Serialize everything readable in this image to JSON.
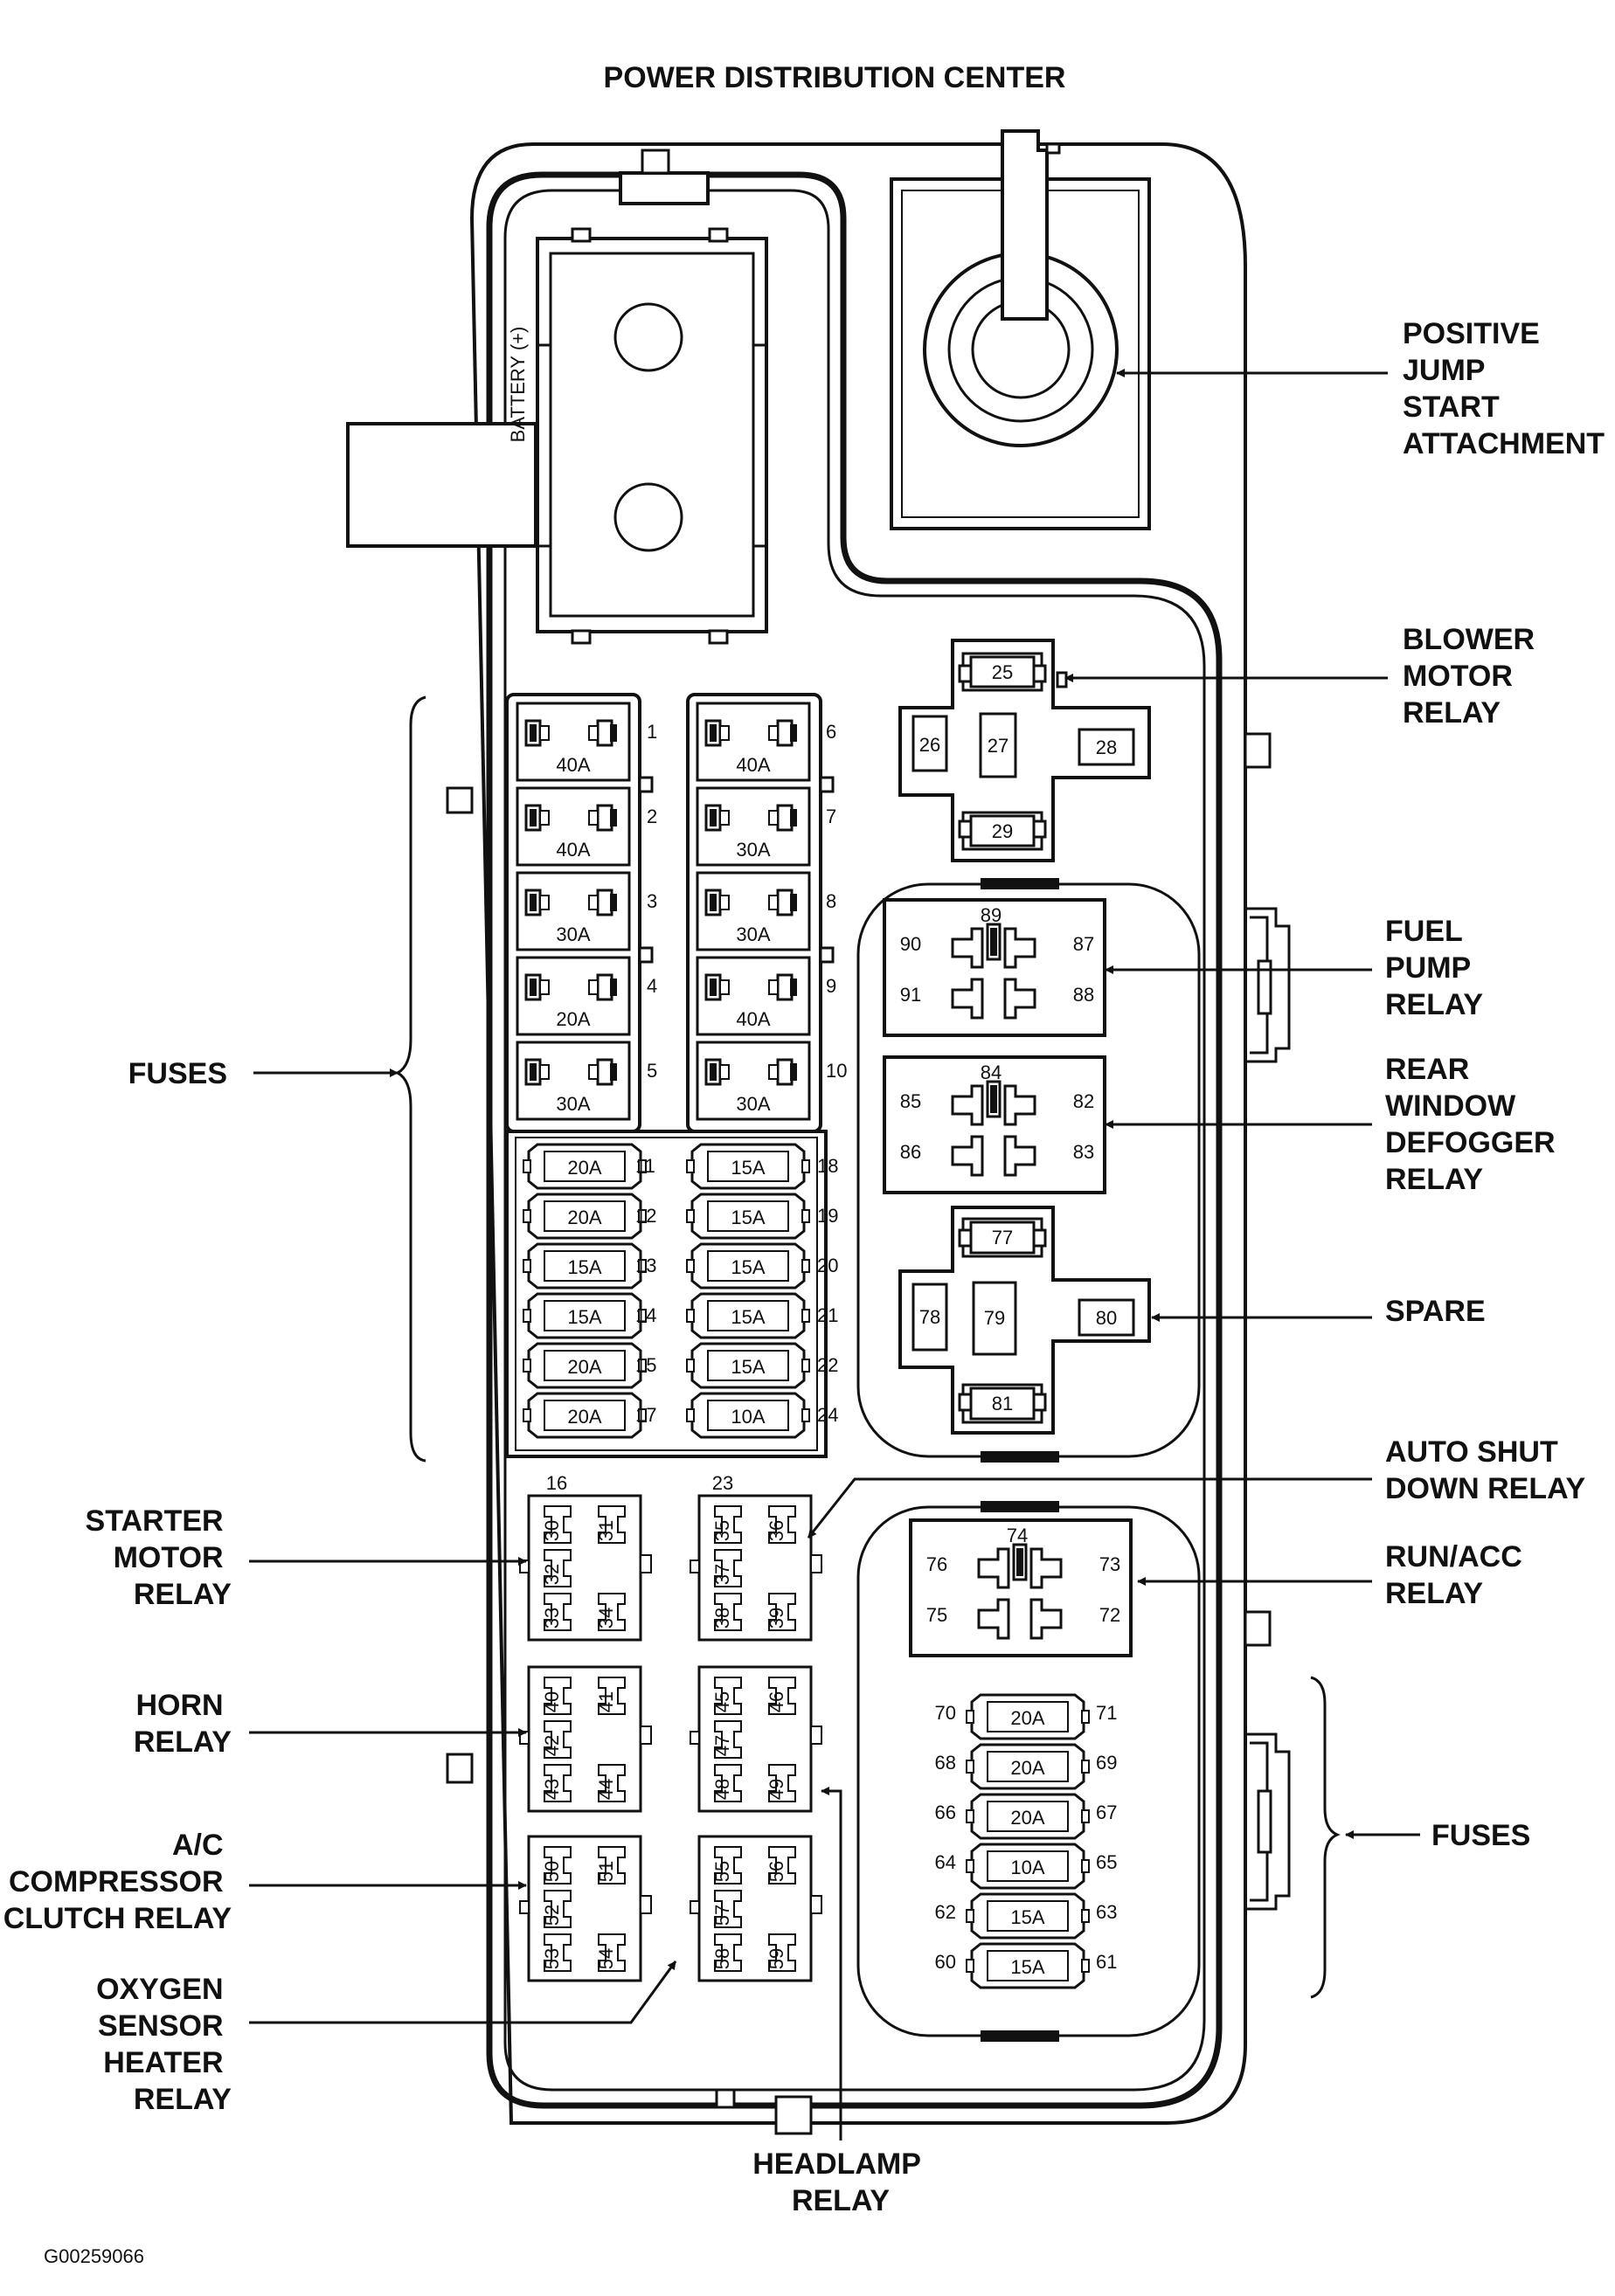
{
  "title": "POWER DISTRIBUTION CENTER",
  "figure_id": "G00259066",
  "battery_label": "BATTERY (+)",
  "callouts": {
    "positive_jump": [
      "POSITIVE",
      "JUMP",
      "START",
      "ATTACHMENT"
    ],
    "blower_motor_relay": [
      "BLOWER",
      "MOTOR",
      "RELAY"
    ],
    "fuel_pump_relay": [
      "FUEL",
      "PUMP",
      "RELAY"
    ],
    "rear_window_defogger_relay": [
      "REAR",
      "WINDOW",
      "DEFOGGER",
      "RELAY"
    ],
    "spare": [
      "SPARE"
    ],
    "auto_shut_down_relay": [
      "AUTO SHUT",
      "DOWN RELAY"
    ],
    "run_acc_relay": [
      "RUN/ACC",
      "RELAY"
    ],
    "fuses_right": [
      "FUSES"
    ],
    "fuses_left": [
      "FUSES"
    ],
    "starter_motor_relay": [
      "STARTER",
      "MOTOR",
      "RELAY"
    ],
    "horn_relay": [
      "HORN",
      "RELAY"
    ],
    "ac_compressor_clutch_relay": [
      "A/C",
      "COMPRESSOR",
      "CLUTCH RELAY"
    ],
    "oxygen_sensor_heater_relay": [
      "OXYGEN",
      "SENSOR",
      "HEATER",
      "RELAY"
    ],
    "headlamp_relay": [
      "HEADLAMP",
      "RELAY"
    ]
  },
  "maxi_fuses": {
    "left": [
      {
        "num": "1",
        "amp": "40A"
      },
      {
        "num": "2",
        "amp": "40A"
      },
      {
        "num": "3",
        "amp": "30A"
      },
      {
        "num": "4",
        "amp": "20A"
      },
      {
        "num": "5",
        "amp": "30A"
      }
    ],
    "right": [
      {
        "num": "6",
        "amp": "40A"
      },
      {
        "num": "7",
        "amp": "30A"
      },
      {
        "num": "8",
        "amp": "30A"
      },
      {
        "num": "9",
        "amp": "40A"
      },
      {
        "num": "10",
        "amp": "30A"
      }
    ]
  },
  "mini_fuses": {
    "left": [
      {
        "num": "11",
        "amp": "20A"
      },
      {
        "num": "12",
        "amp": "20A"
      },
      {
        "num": "13",
        "amp": "15A"
      },
      {
        "num": "14",
        "amp": "15A"
      },
      {
        "num": "15",
        "amp": "20A"
      },
      {
        "num": "17",
        "amp": "20A"
      }
    ],
    "right": [
      {
        "num": "18",
        "amp": "15A"
      },
      {
        "num": "19",
        "amp": "15A"
      },
      {
        "num": "20",
        "amp": "15A"
      },
      {
        "num": "21",
        "amp": "15A"
      },
      {
        "num": "22",
        "amp": "15A"
      },
      {
        "num": "24",
        "amp": "10A"
      }
    ],
    "bottom_left": "16",
    "bottom_right": "23"
  },
  "lower_fuses": [
    {
      "l": "70",
      "amp": "20A",
      "r": "71"
    },
    {
      "l": "68",
      "amp": "20A",
      "r": "69"
    },
    {
      "l": "66",
      "amp": "20A",
      "r": "67"
    },
    {
      "l": "64",
      "amp": "10A",
      "r": "65"
    },
    {
      "l": "62",
      "amp": "15A",
      "r": "63"
    },
    {
      "l": "60",
      "amp": "15A",
      "r": "61"
    }
  ],
  "blower_relay": [
    "25",
    "26",
    "27",
    "28",
    "29"
  ],
  "fuel_pump": [
    "90",
    "89",
    "87",
    "91",
    "88"
  ],
  "rear_window": [
    "85",
    "84",
    "82",
    "86",
    "83"
  ],
  "spare_relay": [
    "77",
    "78",
    "79",
    "80",
    "81"
  ],
  "run_acc": [
    "76",
    "74",
    "73",
    "75",
    "72"
  ],
  "micro_relays": [
    [
      "30",
      "31",
      "32",
      "33",
      "34"
    ],
    [
      "35",
      "36",
      "37",
      "38",
      "39"
    ],
    [
      "40",
      "41",
      "42",
      "43",
      "44"
    ],
    [
      "45",
      "46",
      "47",
      "48",
      "49"
    ],
    [
      "50",
      "51",
      "52",
      "53",
      "54"
    ],
    [
      "55",
      "56",
      "57",
      "58",
      "59"
    ]
  ]
}
